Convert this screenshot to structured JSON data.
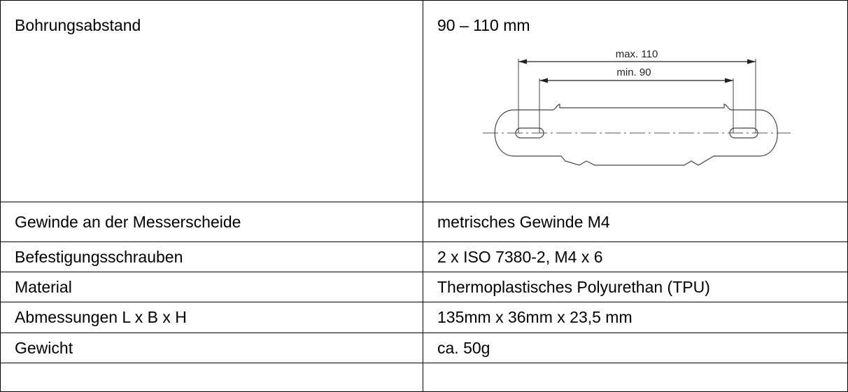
{
  "rows": [
    {
      "label": "Bohrungsabstand",
      "value": "90 – 110 mm"
    },
    {
      "label": "Gewinde an der Messerscheide",
      "value": "metrisches Gewinde M4"
    },
    {
      "label": "Befestigungsschrauben",
      "value": "2 x ISO 7380-2, M4 x 6"
    },
    {
      "label": "Material",
      "value": "Thermoplastisches Polyurethan (TPU)"
    },
    {
      "label": "Abmessungen L x B x H",
      "value": "135mm x 36mm x 23,5 mm"
    },
    {
      "label": "Gewicht",
      "value": "ca. 50g"
    }
  ],
  "drawing": {
    "max_label": "max. 110",
    "min_label": "min. 90"
  }
}
